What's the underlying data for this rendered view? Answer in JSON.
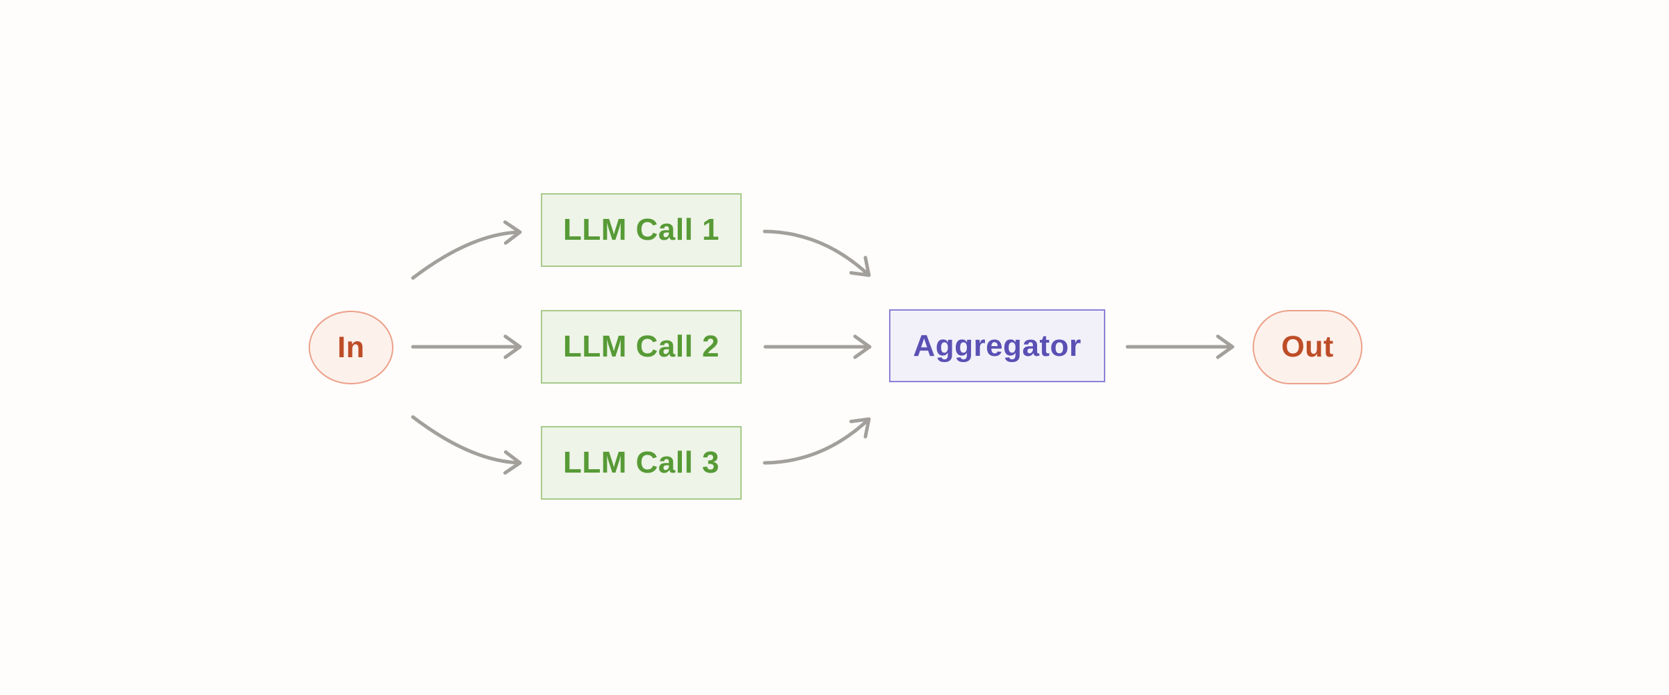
{
  "diagram": {
    "nodes": {
      "in": {
        "label": "In",
        "shape": "circle"
      },
      "llm1": {
        "label": "LLM Call 1",
        "shape": "rectangle"
      },
      "llm2": {
        "label": "LLM Call 2",
        "shape": "rectangle"
      },
      "llm3": {
        "label": "LLM Call 3",
        "shape": "rectangle"
      },
      "aggregator": {
        "label": "Aggregator",
        "shape": "rectangle"
      },
      "out": {
        "label": "Out",
        "shape": "pill"
      }
    },
    "edges": [
      {
        "from": "In",
        "to": "LLM Call 1",
        "style": "curved"
      },
      {
        "from": "In",
        "to": "LLM Call 2",
        "style": "straight"
      },
      {
        "from": "In",
        "to": "LLM Call 3",
        "style": "curved"
      },
      {
        "from": "LLM Call 1",
        "to": "Aggregator",
        "style": "curved"
      },
      {
        "from": "LLM Call 2",
        "to": "Aggregator",
        "style": "straight"
      },
      {
        "from": "LLM Call 3",
        "to": "Aggregator",
        "style": "curved"
      },
      {
        "from": "Aggregator",
        "to": "Out",
        "style": "straight"
      }
    ],
    "colors": {
      "background": "#fefdfb",
      "llm_box_fill": "#eef4e7",
      "llm_box_border": "#a8ca8c",
      "llm_box_text": "#579a36",
      "aggregator_fill": "#f2f1fa",
      "aggregator_border": "#8b81d6",
      "aggregator_text": "#5a50b4",
      "terminal_fill": "#fdf1ec",
      "terminal_border": "#eca189",
      "terminal_text": "#bd4d27",
      "arrow": "#a3a09c"
    }
  }
}
